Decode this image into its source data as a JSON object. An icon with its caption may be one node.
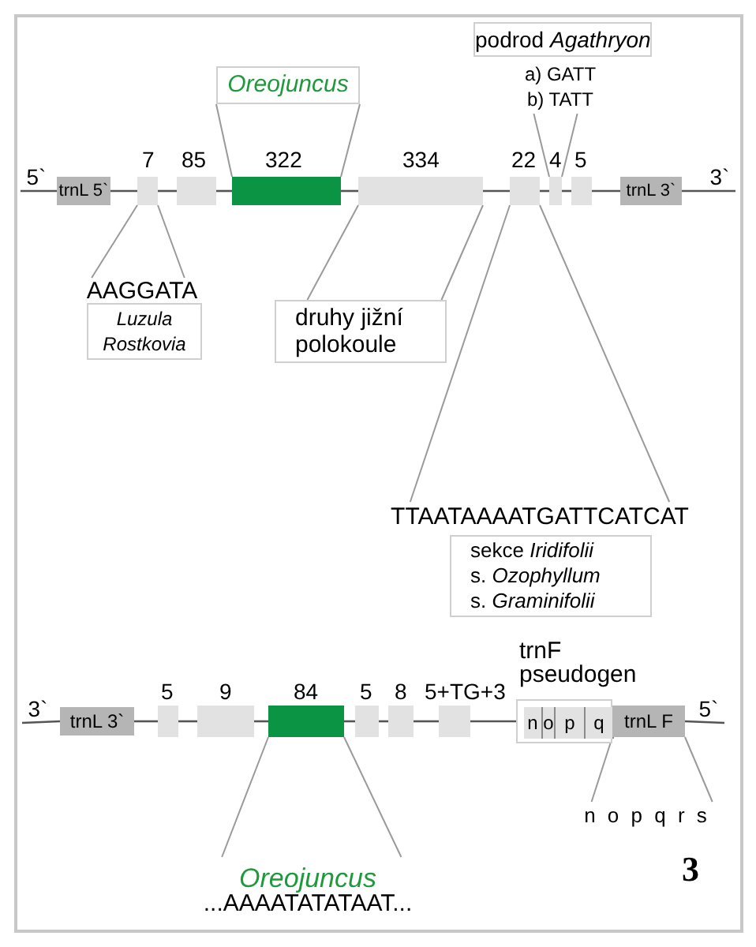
{
  "diagram": {
    "nodes": [
      {
        "text": [
          "podrod *Agathryon*"
        ]
      },
      {
        "text": [
          "a) GATT",
          "b) TATT"
        ]
      },
      {
        "text": [
          "Oreojuncus"
        ]
      },
      {
        "text": [
          "trnL 5`"
        ]
      },
      {
        "text": [],
        "shape": "box"
      },
      {
        "text": [],
        "shape": "box"
      },
      {
        "text": [],
        "shape": "box"
      },
      {
        "text": [],
        "shape": "box"
      },
      {
        "text": [],
        "shape": "box"
      },
      {
        "text": [],
        "shape": "box"
      },
      {
        "text": [],
        "shape": "box"
      },
      {
        "text": [
          "trnL 3`"
        ]
      },
      {
        "text": [
          "AAGGATA"
        ]
      },
      {
        "text": [
          "Luzula",
          "Rostkovia"
        ]
      },
      {
        "text": [
          "druhy jižní polokoule"
        ]
      },
      {
        "text": [
          "TTAATAAAATGATTCATCAT"
        ]
      },
      {
        "text": [
          "sekce *Iridifolii*",
          "s. *Ozophyllum*",
          "s. *Graminifolii*"
        ]
      },
      {
        "text": [
          "trnL 3`"
        ]
      },
      {
        "text": [],
        "shape": "box"
      },
      {
        "text": [],
        "shape": "box"
      },
      {
        "text": [],
        "shape": "box"
      },
      {
        "text": [],
        "shape": "box"
      },
      {
        "text": [],
        "shape": "box"
      },
      {
        "text": [],
        "shape": "box"
      },
      {
        "text": [],
        "shape": "box"
      },
      {
        "text": [
          "n"
        ],
        "in": 24
      },
      {
        "text": [
          "o"
        ],
        "in": 24
      },
      {
        "text": [
          "p"
        ],
        "in": 24
      },
      {
        "text": [
          "q"
        ],
        "in": 24
      },
      {
        "text": [
          "trnL F"
        ]
      },
      {
        "text": [
          "n o p q r s"
        ]
      },
      {
        "text": [
          "Oreojuncus",
          "...AAAATATATAAT..."
        ]
      },
      {
        "text": [
          "5`"
        ]
      },
      {
        "text": [
          "3`"
        ]
      },
      {
        "text": [
          "3`"
        ]
      },
      {
        "text": [
          "5`"
        ]
      }
    ],
    "edges": [
      {
        "from": 2,
        "to": 6,
        "arrow": "none"
      },
      {
        "from": 2,
        "to": 6,
        "arrow": "none"
      },
      {
        "from": 1,
        "to": 9,
        "arrow": "none"
      },
      {
        "from": 1,
        "to": 9,
        "arrow": "none"
      },
      {
        "from": 32,
        "to": 3,
        "arrow": "none"
      },
      {
        "from": 3,
        "to": 4,
        "arrow": "none"
      },
      {
        "from": 4,
        "to": 5,
        "arrow": "none"
      },
      {
        "from": 5,
        "to": 6,
        "arrow": "none"
      },
      {
        "from": 6,
        "to": 7,
        "arrow": "none"
      },
      {
        "from": 7,
        "to": 8,
        "arrow": "none"
      },
      {
        "from": 8,
        "to": 9,
        "arrow": "none"
      },
      {
        "from": 9,
        "to": 10,
        "arrow": "none"
      },
      {
        "from": 10,
        "to": 11,
        "arrow": "none"
      },
      {
        "from": 11,
        "to": 33,
        "arrow": "none"
      },
      {
        "from": 4,
        "to": 12,
        "arrow": "none"
      },
      {
        "from": 4,
        "to": 12,
        "arrow": "none"
      },
      {
        "from": 7,
        "to": 14,
        "arrow": "none"
      },
      {
        "from": 7,
        "to": 14,
        "arrow": "none"
      },
      {
        "from": 8,
        "to": 15,
        "arrow": "none"
      },
      {
        "from": 8,
        "to": 15,
        "arrow": "none"
      },
      {
        "from": 34,
        "to": 17,
        "arrow": "none"
      },
      {
        "from": 17,
        "to": 18,
        "arrow": "none"
      },
      {
        "from": 18,
        "to": 19,
        "arrow": "none"
      },
      {
        "from": 19,
        "to": 20,
        "arrow": "none"
      },
      {
        "from": 20,
        "to": 21,
        "arrow": "none"
      },
      {
        "from": 21,
        "to": 22,
        "arrow": "none"
      },
      {
        "from": 22,
        "to": 23,
        "arrow": "none"
      },
      {
        "from": 23,
        "to": 24,
        "arrow": "none"
      },
      {
        "from": 29,
        "to": 35,
        "arrow": "none"
      },
      {
        "from": 20,
        "to": 31,
        "arrow": "none"
      },
      {
        "from": 20,
        "to": 31,
        "arrow": "none"
      },
      {
        "from": 29,
        "to": 30,
        "arrow": "none"
      },
      {
        "from": 29,
        "to": 30,
        "arrow": "none"
      }
    ],
    "labels": [
      "7",
      "85",
      "322",
      "334",
      "22",
      "4",
      "5",
      "trnF pseudogen",
      "5",
      "9",
      "84",
      "5",
      "8",
      "5+TG+3",
      "3"
    ]
  }
}
